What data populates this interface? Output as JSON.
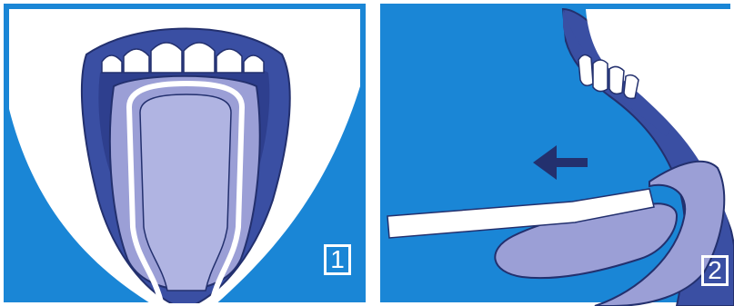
{
  "colors": {
    "background_blue": "#1a86d6",
    "frame_white": "#ffffff",
    "mouth_dark_blue": "#3a4fa3",
    "tongue_lavender": "#9b9fd6",
    "tongue_light": "#b0b4e2",
    "teeth_white": "#ffffff",
    "arrow_navy": "#23306e"
  },
  "panels": [
    {
      "step_label": "1",
      "scene": "tongue-scraper-on-tongue-front-view"
    },
    {
      "step_label": "2",
      "scene": "tongue-scraper-pulled-forward-side-view"
    }
  ],
  "icons": [
    "arrow-left-icon"
  ]
}
